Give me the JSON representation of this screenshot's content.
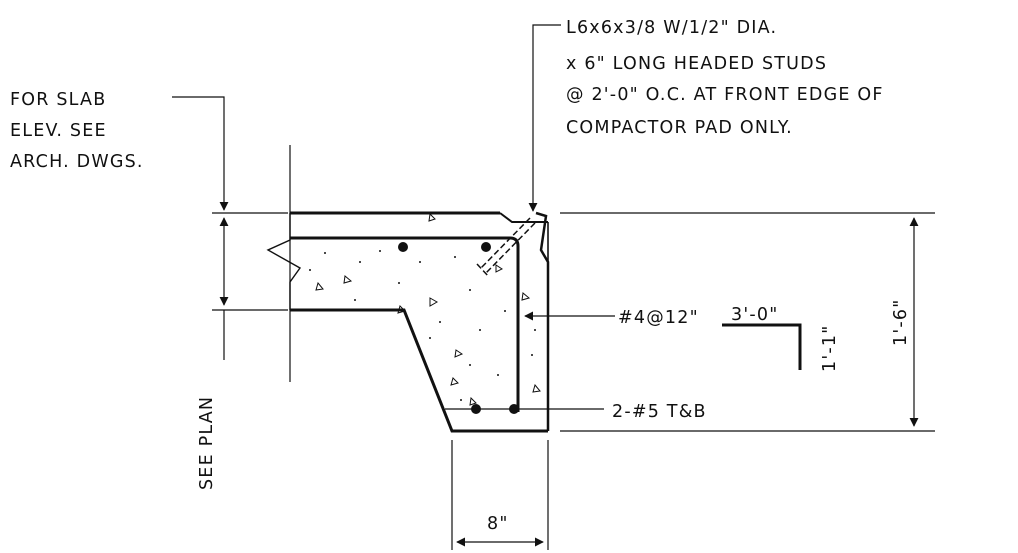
{
  "notes": {
    "slab_line1": "FOR SLAB",
    "slab_line2": "ELEV. SEE",
    "slab_line3": "ARCH. DWGS.",
    "angle_line1": "L6x6x3/8 W/1/2\" DIA.",
    "angle_line2": "x 6\" LONG HEADED STUDS",
    "angle_line3": "@ 2'-0\" O.C. AT FRONT EDGE OF",
    "angle_line4": "COMPACTOR PAD ONLY.",
    "see_plan": "SEE PLAN",
    "stirrup": "#4@12\"",
    "bar_length": "3'-0\"",
    "bar_leg": "1'-1\"",
    "depth": "1'-6\"",
    "bottom_bars": "2-#5 T&B",
    "width": "8\""
  },
  "colors": {
    "ink": "#111111",
    "background": "#ffffff"
  }
}
